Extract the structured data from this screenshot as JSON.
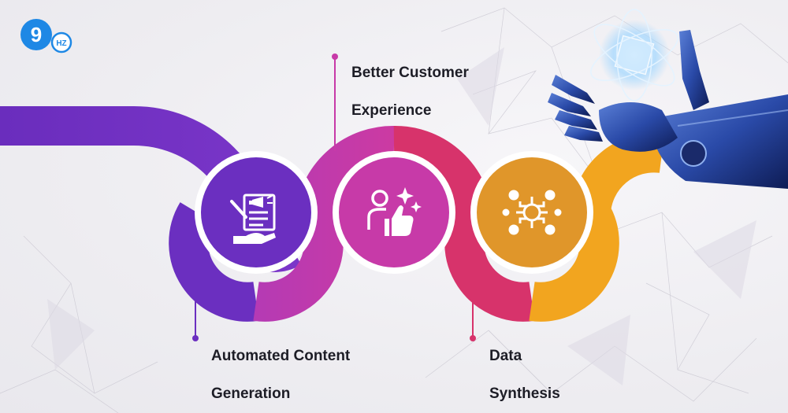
{
  "brand": {
    "logo_digit": "9",
    "logo_suffix": "HZ"
  },
  "steps": [
    {
      "label": "Automated Content Generation",
      "label_line_1": "Automated Content",
      "label_line_2": "Generation",
      "icon": "content-generation-icon",
      "color": "#6b2fc0"
    },
    {
      "label": "Better Customer Experience",
      "label_line_1": "Better Customer",
      "label_line_2": "Experience",
      "icon": "customer-thumbs-up-icon",
      "color": "#c73aa8"
    },
    {
      "label": "Data Synthesis",
      "label_line_1": "Data",
      "label_line_2": "Synthesis",
      "icon": "data-synthesis-icon",
      "color": "#e0962a"
    }
  ],
  "colors": {
    "purple": "#6b2fc0",
    "magenta": "#c73aa8",
    "crimson": "#d7336b",
    "amber": "#f2a51f",
    "logo_blue": "#1e88e5",
    "background": "#f1f0f3",
    "text": "#1d1d26"
  }
}
